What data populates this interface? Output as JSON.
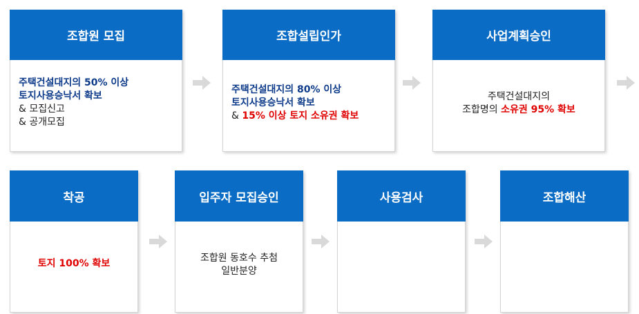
{
  "steps": [
    {
      "title": "조합원 모집",
      "lines": [
        [
          {
            "t": "주택건설대지의 50% 이상",
            "c": "blue"
          }
        ],
        [
          {
            "t": "토지사용승낙서 확보",
            "c": "blue"
          }
        ],
        [
          {
            "t": "& 모집신고",
            "c": "normal"
          }
        ],
        [
          {
            "t": "& 공개모집",
            "c": "normal"
          }
        ]
      ]
    },
    {
      "title": "조합설립인가",
      "lines": [
        [
          {
            "t": "주택건설대지의 80% 이상",
            "c": "blue"
          }
        ],
        [
          {
            "t": "토지사용승낙서 확보",
            "c": "blue"
          }
        ],
        [
          {
            "t": "& ",
            "c": "normal"
          },
          {
            "t": "15% 이상 토지 소유권 확보",
            "c": "red"
          }
        ]
      ]
    },
    {
      "title": "사업계획승인",
      "lines": [
        [
          {
            "t": "주택건설대지의",
            "c": "normal"
          }
        ],
        [
          {
            "t": "조합명의 ",
            "c": "normal"
          },
          {
            "t": "소유권 95% 확보",
            "c": "red"
          }
        ]
      ]
    },
    {
      "title": "착공",
      "lines": [
        [
          {
            "t": "토지 100% 확보",
            "c": "red"
          }
        ]
      ]
    },
    {
      "title": "입주자 모집승인",
      "lines": [
        [
          {
            "t": "조합원 동호수 추첨",
            "c": "normal"
          }
        ],
        [
          {
            "t": "일반분양",
            "c": "normal"
          }
        ]
      ]
    },
    {
      "title": "사용검사",
      "lines": []
    },
    {
      "title": "조합해산",
      "lines": []
    }
  ],
  "colors": {
    "header_bg": "#0a6cc4",
    "header_text": "#ffffff",
    "blue_text": "#0d3b8a",
    "red_text": "#e00000",
    "arrow": "#d9d9d9"
  },
  "icons": {
    "arrow": "right-arrow-icon"
  }
}
